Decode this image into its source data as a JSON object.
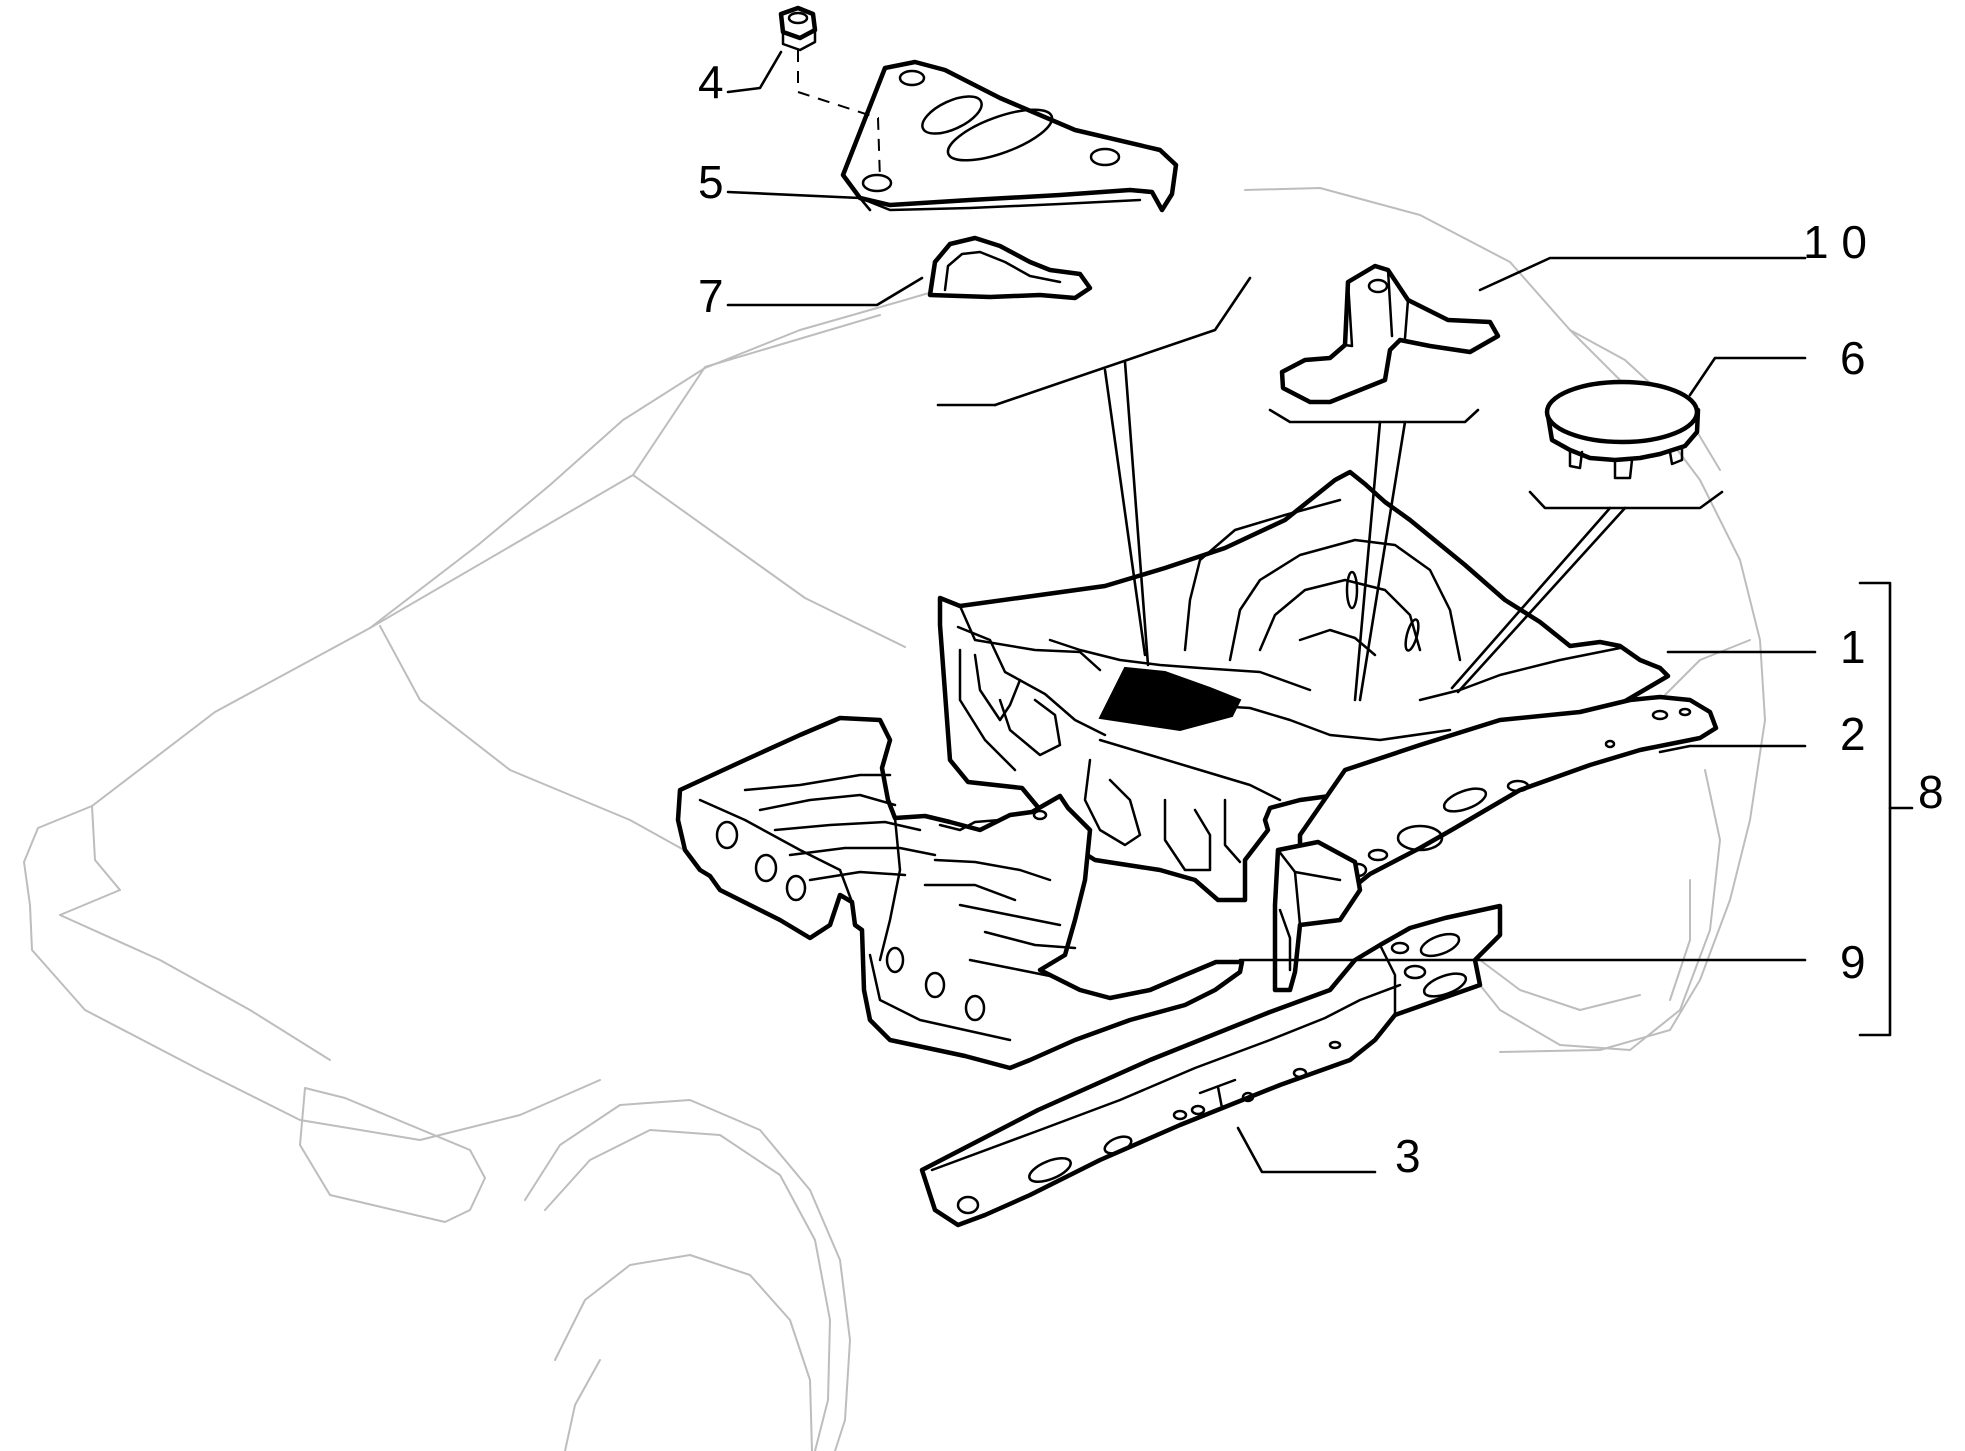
{
  "callouts": [
    {
      "id": "c1",
      "label": "1"
    },
    {
      "id": "c2",
      "label": "2"
    },
    {
      "id": "c3",
      "label": "3"
    },
    {
      "id": "c4",
      "label": "4"
    },
    {
      "id": "c5",
      "label": "5"
    },
    {
      "id": "c6",
      "label": "6"
    },
    {
      "id": "c7",
      "label": "7"
    },
    {
      "id": "c8",
      "label": "8"
    },
    {
      "id": "c9",
      "label": "9"
    },
    {
      "id": "c10",
      "label": "1 0"
    }
  ],
  "colors": {
    "ink": "#000000",
    "ghost_outline": "#bdbdbd",
    "background": "#ffffff"
  }
}
